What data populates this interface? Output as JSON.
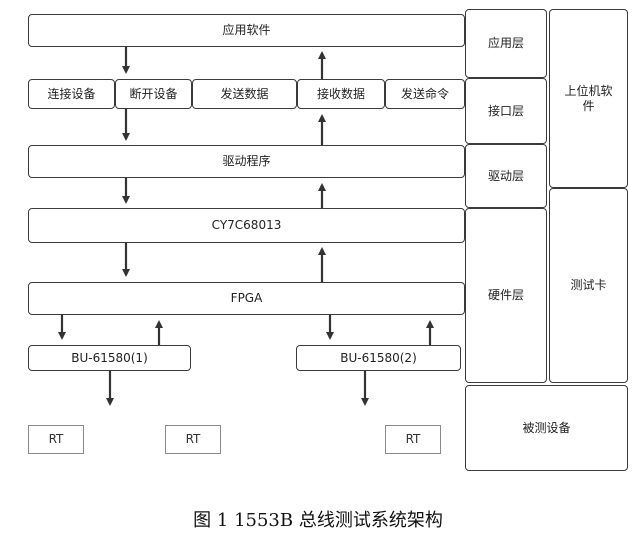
{
  "boxes": {
    "app_software": "应用软件",
    "connect_device": "连接设备",
    "disconnect_device": "断开设备",
    "send_data": "发送数据",
    "receive_data": "接收数据",
    "send_command": "发送命令",
    "driver_program": "驱动程序",
    "usb_chip": "CY7C68013",
    "fpga": "FPGA",
    "bu_1": "BU-61580(1)",
    "bu_2": "BU-61580(2)",
    "rt_1": "RT",
    "rt_2": "RT",
    "rt_3": "RT"
  },
  "layers": {
    "application": "应用层",
    "interface": "接口层",
    "driver": "驱动层",
    "hardware": "硬件层",
    "host_software": "上位机软件",
    "test_card": "测试卡",
    "device_under_test": "被测设备"
  },
  "caption": "图 1 1553B 总线测试系统架构"
}
